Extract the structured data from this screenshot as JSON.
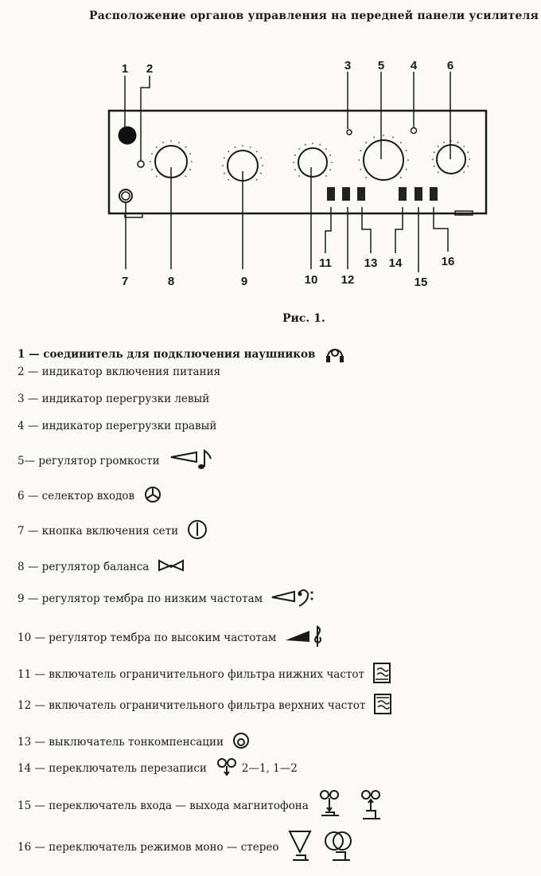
{
  "title": "Расположение органов управления на передней панели усилителя",
  "diagram": {
    "callouts_top": [
      "1",
      "2",
      "3",
      "5",
      "4",
      "6"
    ],
    "callouts_bottom": [
      "7",
      "8",
      "9",
      "10",
      "11",
      "12",
      "13",
      "14",
      "15",
      "16"
    ]
  },
  "figure_caption": "Рис. 1.",
  "legend": [
    {
      "text": "1 — соединитель для подключения наушников",
      "icon": "headphones-icon"
    },
    {
      "text": "2 — индикатор включения питания",
      "icon": ""
    },
    {
      "text": "3 — индикатор перегрузки левый",
      "icon": ""
    },
    {
      "text": "4 — индикатор перегрузки правый",
      "icon": ""
    },
    {
      "text": "5— регулятор громкости",
      "icon": "volume-note-icon"
    },
    {
      "text": "6 — селектор входов",
      "icon": "selector-icon"
    },
    {
      "text": "7 — кнопка включения сети",
      "icon": "power-icon"
    },
    {
      "text": "8 — регулятор баланса",
      "icon": "balance-icon"
    },
    {
      "text": "9 — регулятор тембра по низким частотам",
      "icon": "bass-clef-icon"
    },
    {
      "text": "10 — регулятор тембра по высоким частотам",
      "icon": "treble-clef-icon"
    },
    {
      "text": "11 — включатель ограничительного фильтра нижних частот",
      "icon": "lowcut-filter-icon"
    },
    {
      "text": "12 — включатель ограничительного фильтра верхних частот",
      "icon": "highcut-filter-icon"
    },
    {
      "text": "13 — выключатель тонкомпенсации",
      "icon": "loudness-icon"
    },
    {
      "text": "14 — переключатель перезаписи",
      "icon": "tape-dub-icon",
      "extra": "2—1, 1—2"
    },
    {
      "text": "15 — переключатель входа — выхода магнитофона",
      "icon": "tape-monitor-icon"
    },
    {
      "text": "16 — переключатель режимов моно — стерео",
      "icon": "mono-stereo-icon"
    }
  ]
}
